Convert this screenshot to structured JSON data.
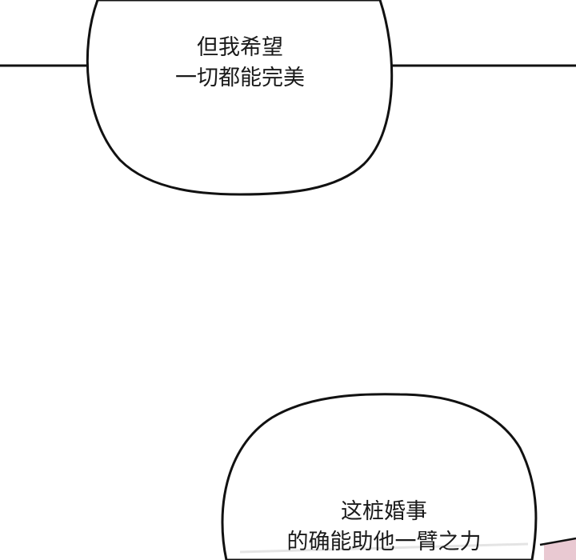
{
  "bubbles": [
    {
      "lines": [
        "但我希望",
        "一切都能完美"
      ]
    },
    {
      "lines": [
        "这桩婚事",
        "的确能助他一臂之力"
      ]
    }
  ],
  "colors": {
    "ink": "#111111",
    "pink": "#e9c9d2",
    "background": "#ffffff"
  }
}
